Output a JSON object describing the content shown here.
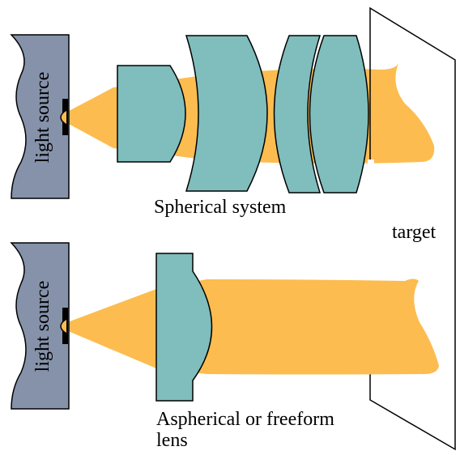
{
  "colors": {
    "beam": "#FDBC4F",
    "lens": "#80BDBD",
    "source": "#8592AA",
    "outline": "#000000"
  },
  "top_system": {
    "source_label": "light source",
    "caption": "Spherical system"
  },
  "bottom_system": {
    "source_label": "light source",
    "caption_line1": "Aspherical or freeform",
    "caption_line2": "lens"
  },
  "target_label": "target"
}
